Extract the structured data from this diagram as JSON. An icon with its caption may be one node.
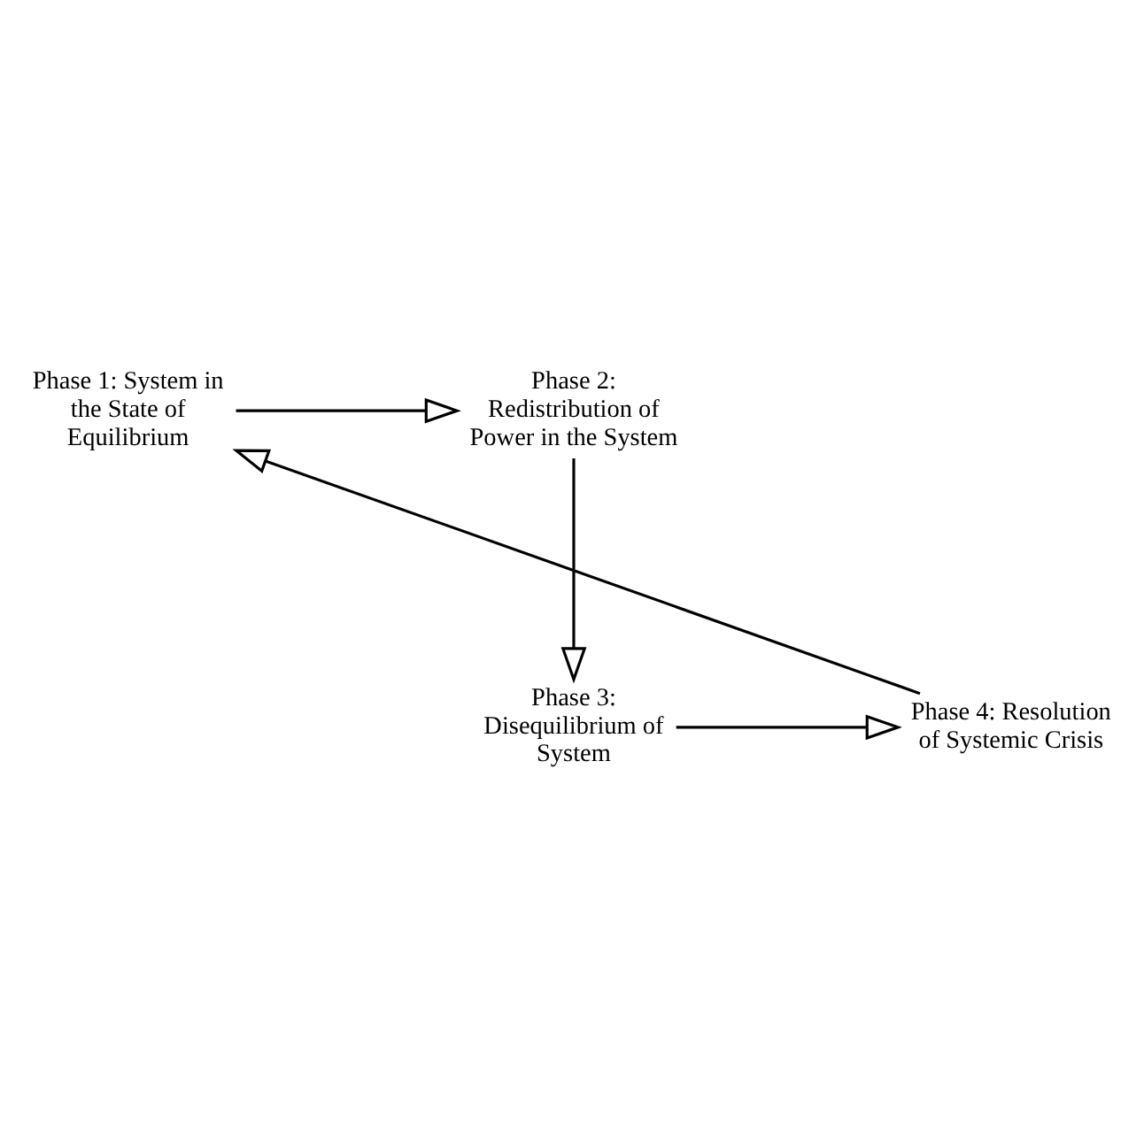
{
  "diagram": {
    "nodes": [
      {
        "text": [
          "Phase 1: System in the State of Equilibrium"
        ]
      },
      {
        "text": [
          "Phase 2: Redistribution of Power in the System"
        ]
      },
      {
        "text": [
          "Phase 3: Disequilibrium of System"
        ]
      },
      {
        "text": [
          "Phase 4: Resolution of Systemic Crisis"
        ]
      }
    ],
    "edges": [
      {
        "from": 0,
        "to": 1,
        "arrow": "to"
      },
      {
        "from": 1,
        "to": 2,
        "arrow": "to"
      },
      {
        "from": 2,
        "to": 3,
        "arrow": "to"
      },
      {
        "from": 3,
        "to": 0,
        "arrow": "to"
      }
    ]
  }
}
